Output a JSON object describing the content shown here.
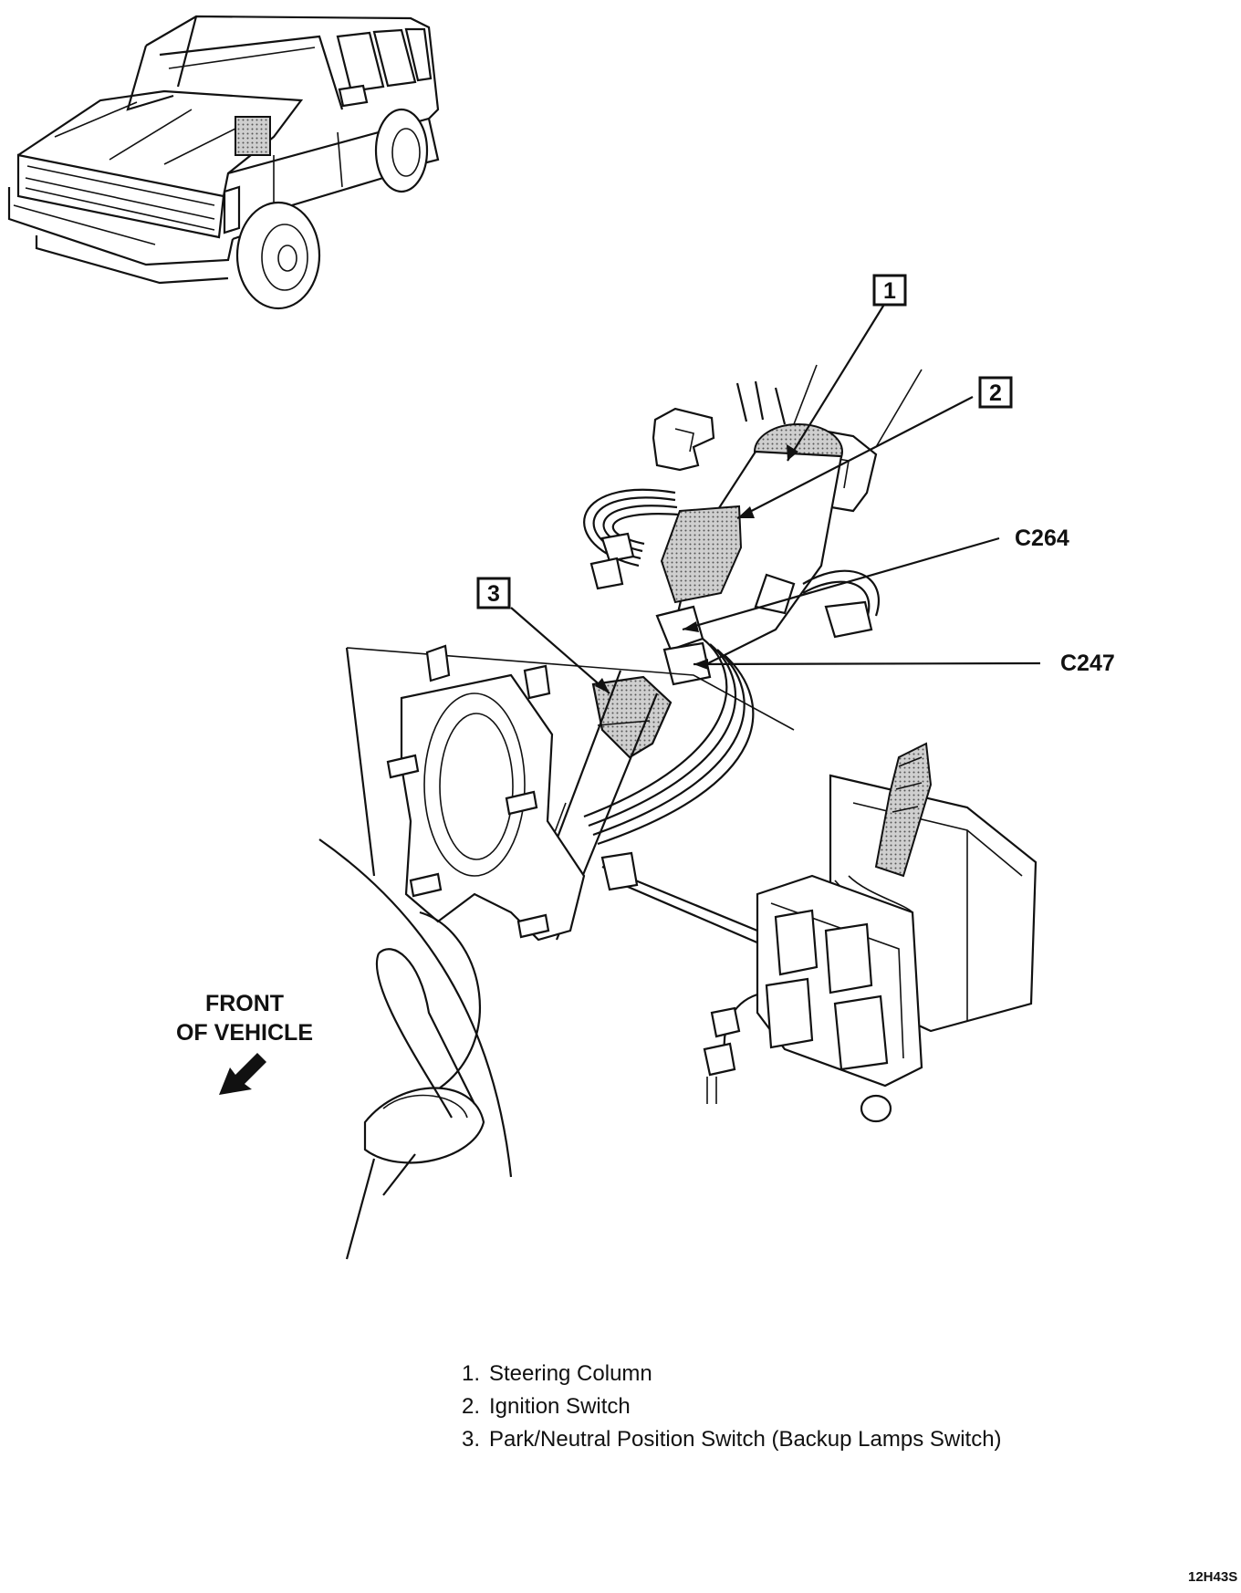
{
  "callouts": [
    {
      "number": "1",
      "target": "Steering Column"
    },
    {
      "number": "2",
      "target": "Ignition Switch"
    },
    {
      "number": "3",
      "target": "Park/Neutral Position Switch (Backup Lamps Switch)"
    }
  ],
  "connectors": {
    "c264": "C264",
    "c247": "C247"
  },
  "orientation": {
    "line1": "FRONT",
    "line2": "OF VEHICLE"
  },
  "legend": [
    {
      "num": "1.",
      "text": "Steering Column"
    },
    {
      "num": "2.",
      "text": "Ignition Switch"
    },
    {
      "num": "3.",
      "text": "Park/Neutral Position Switch (Backup Lamps Switch)"
    }
  ],
  "figure_code": "12H43S",
  "colors": {
    "line": "#111111",
    "shading": "#b3b3b3",
    "background": "#ffffff"
  }
}
